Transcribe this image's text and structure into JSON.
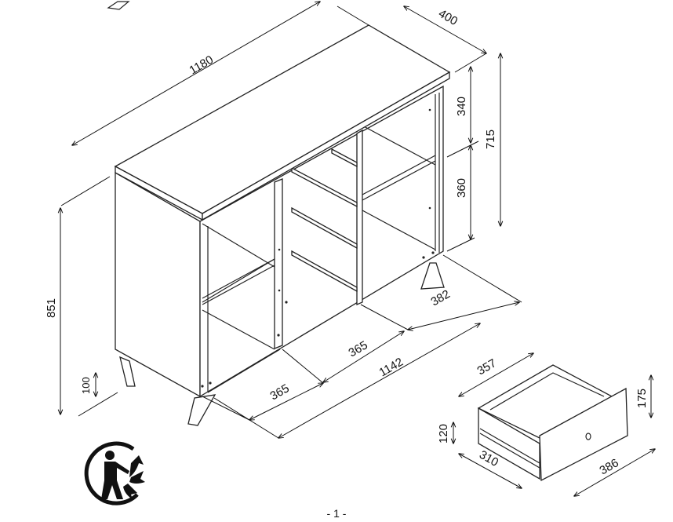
{
  "dimensions": {
    "width_total": "1180",
    "depth": "400",
    "upper_shelf": "340",
    "lower_shelf": "360",
    "inner_height": "715",
    "height_total": "851",
    "leg_height": "100",
    "compartment_right": "382",
    "compartment_middle": "365",
    "inner_width": "1142",
    "compartment_left": "365",
    "drawer_width": "357",
    "drawer_front_height": "175",
    "drawer_box_height": "120",
    "drawer_depth": "310",
    "drawer_front_width": "386"
  },
  "logo": {
    "name": "triman-recycling-logo"
  },
  "footer": {
    "page_number": "- 1 -"
  }
}
